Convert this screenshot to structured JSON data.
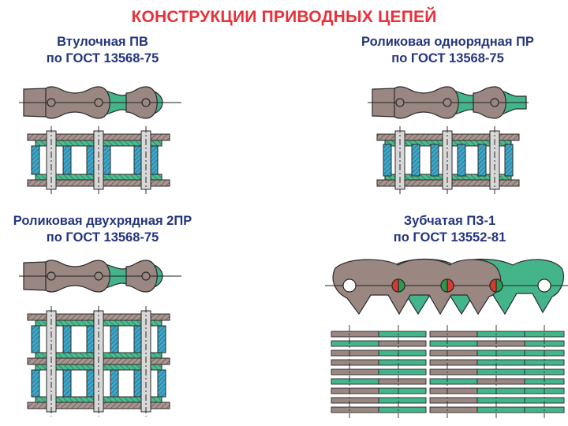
{
  "title": "КОНСТРУКЦИИ  ПРИВОДНЫХ ЦЕПЕЙ",
  "chains": [
    {
      "name": "Втулочная ПВ",
      "standard": "по ГОСТ 13568-75"
    },
    {
      "name": "Роликовая однорядная ПР",
      "standard": "по ГОСТ 13568-75"
    },
    {
      "name": "Роликовая двухрядная 2ПР",
      "standard": "по ГОСТ 13568-75"
    },
    {
      "name": "Зубчатая ПЗ-1",
      "standard": "по ГОСТ 13552-81"
    }
  ],
  "colors": {
    "title": "#e8313a",
    "caption": "#24357d",
    "outer_plate": "#9a8782",
    "inner_plate": "#44b48a",
    "pin": "#d8d8d8",
    "bushing": "#2a8fb2",
    "tooth_red": "#d83a33",
    "tooth_green": "#2b9b4b"
  }
}
